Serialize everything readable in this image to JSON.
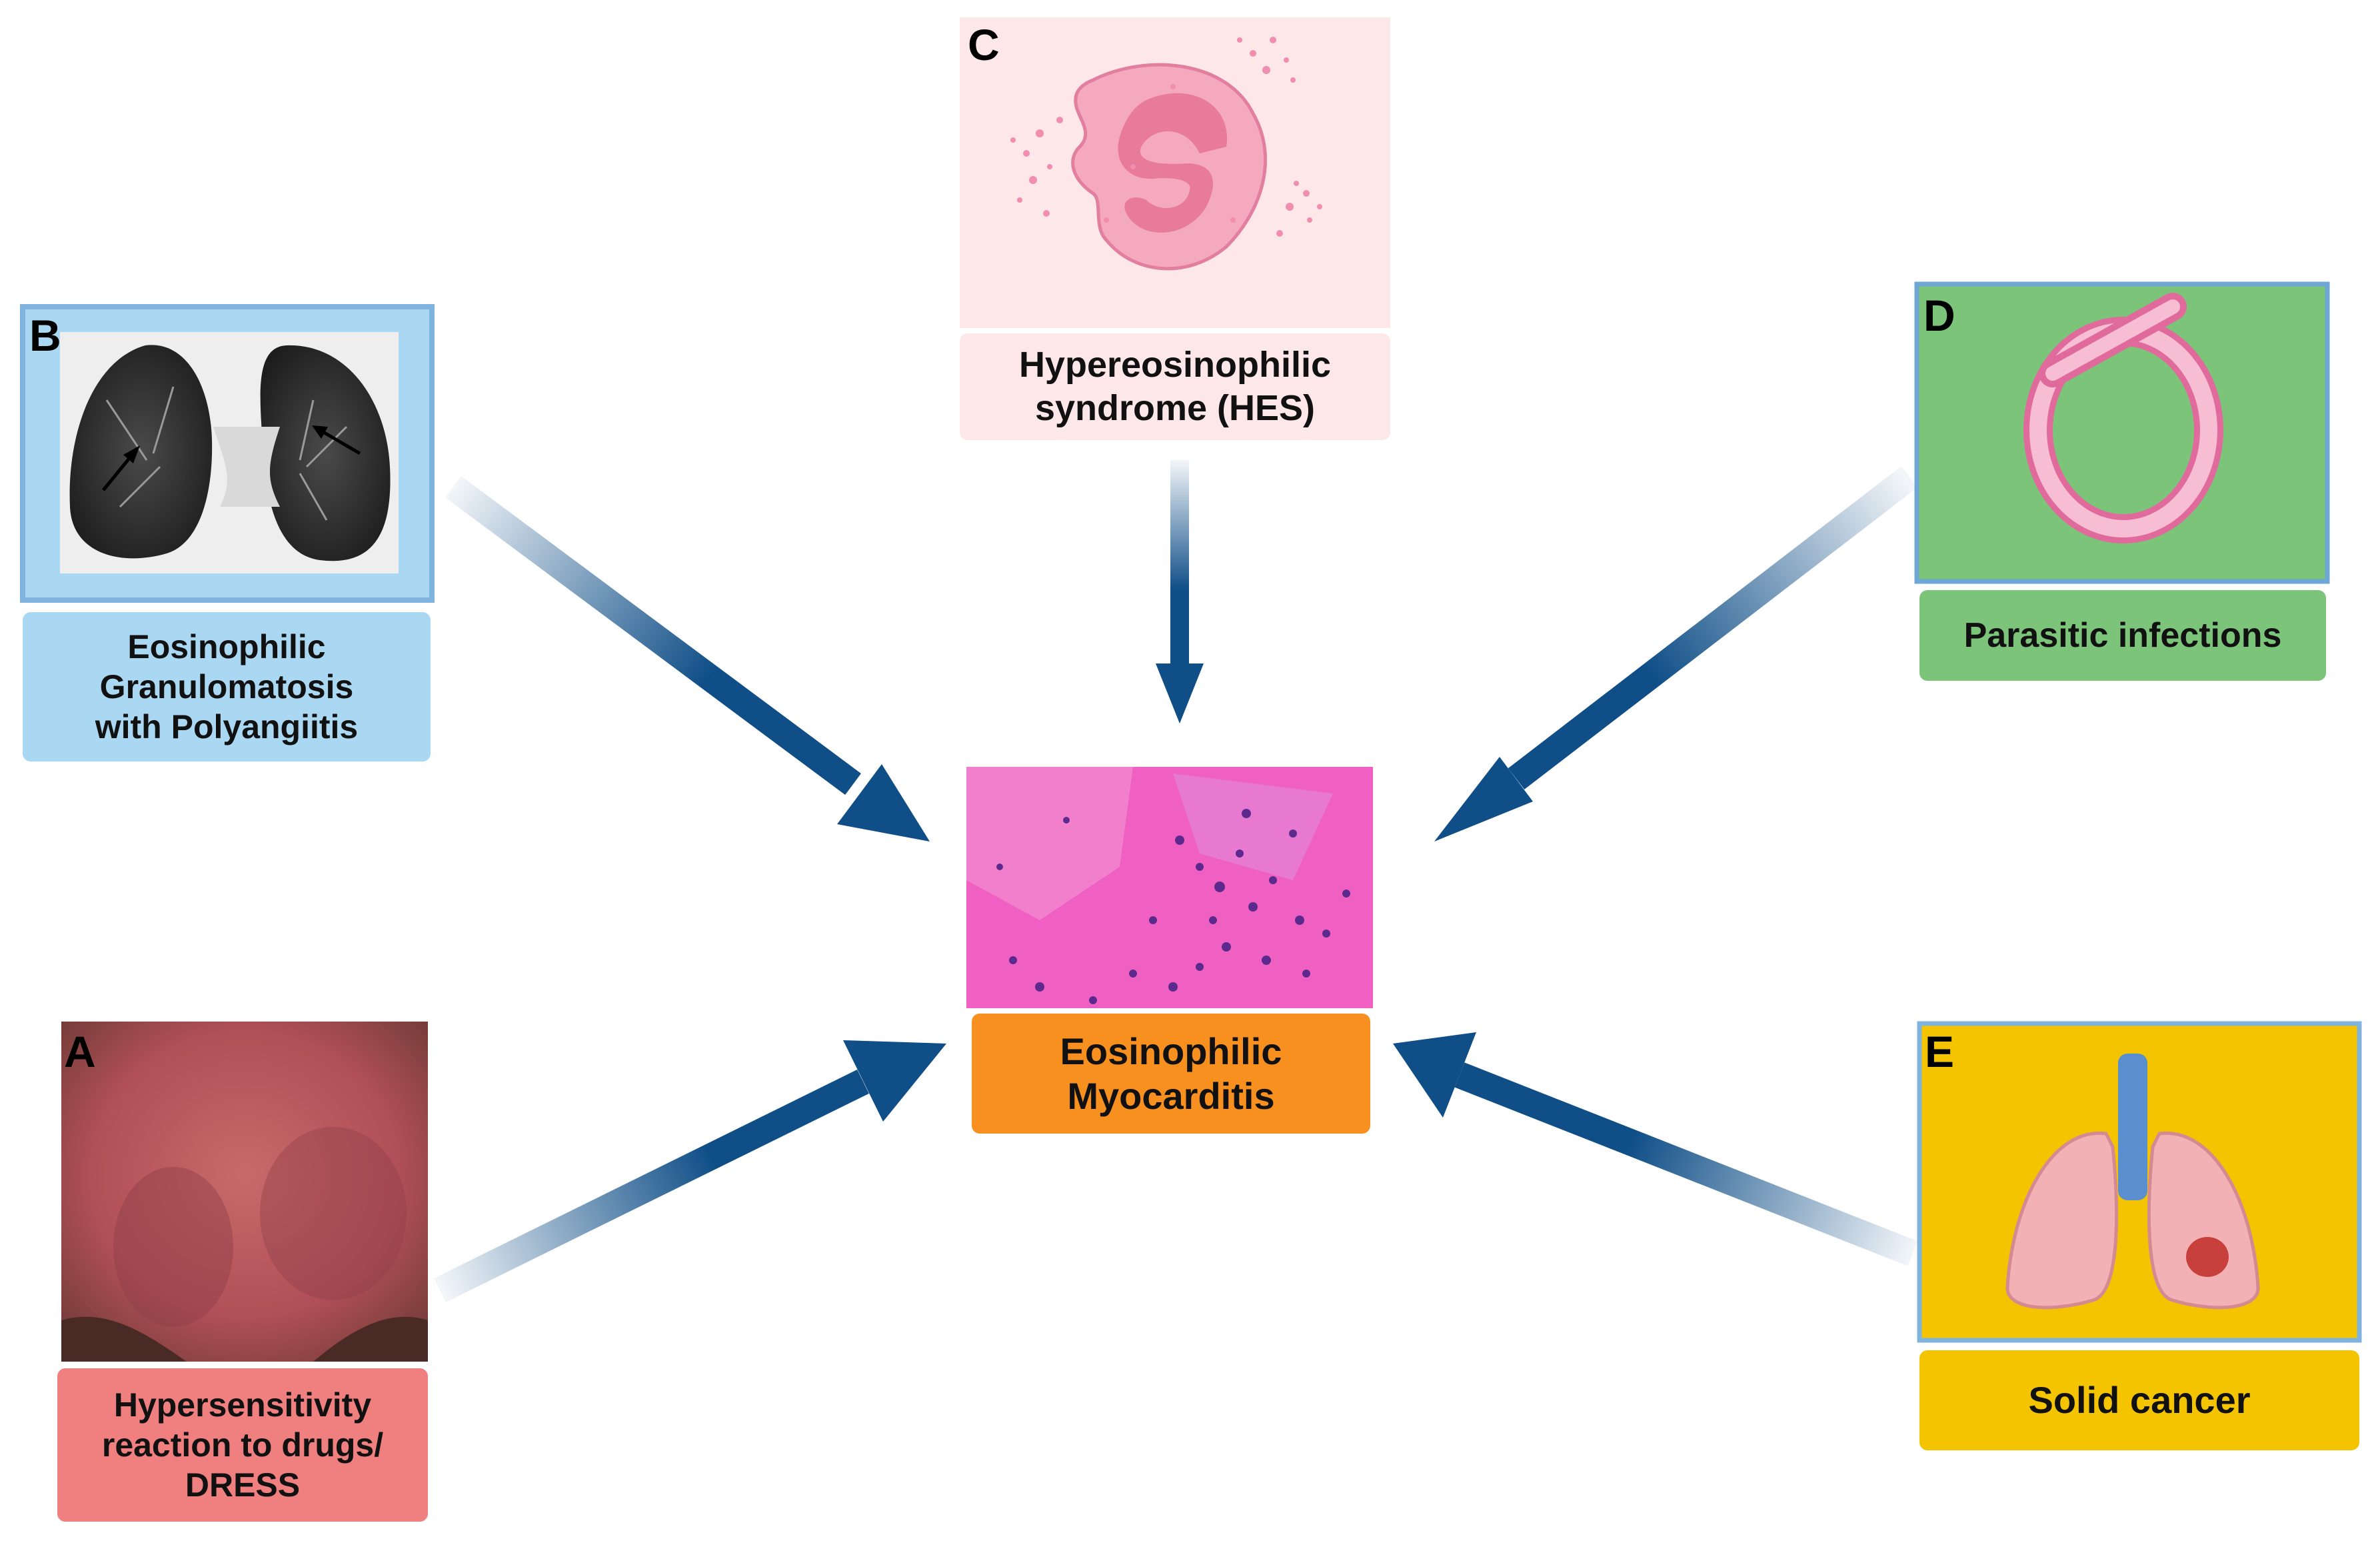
{
  "panels": {
    "A": {
      "letter": "A",
      "label": "Hypersensitivity\nreaction to drugs/\nDRESS"
    },
    "B": {
      "letter": "B",
      "label": "Eosinophilic\nGranulomatosis\nwith Polyangiitis"
    },
    "C": {
      "letter": "C",
      "label": "Hypereosinophilic\nsyndrome (HES)"
    },
    "D": {
      "letter": "D",
      "label": "Parasitic infections"
    },
    "E": {
      "letter": "E",
      "label": "Solid cancer"
    }
  },
  "center": {
    "label": "Eosinophilic\nMyocarditis"
  },
  "colors": {
    "arrow": "#0f4e87",
    "A_label": "#f08080",
    "B_label": "#aad8f3",
    "B_frame": "#7fb4df",
    "C_bg": "#fde7e8",
    "D_bg": "#7cc47a",
    "D_label": "#7cc47a",
    "E_bg": "#f4c400",
    "E_label": "#f4c400",
    "center_label": "#f7901e"
  }
}
